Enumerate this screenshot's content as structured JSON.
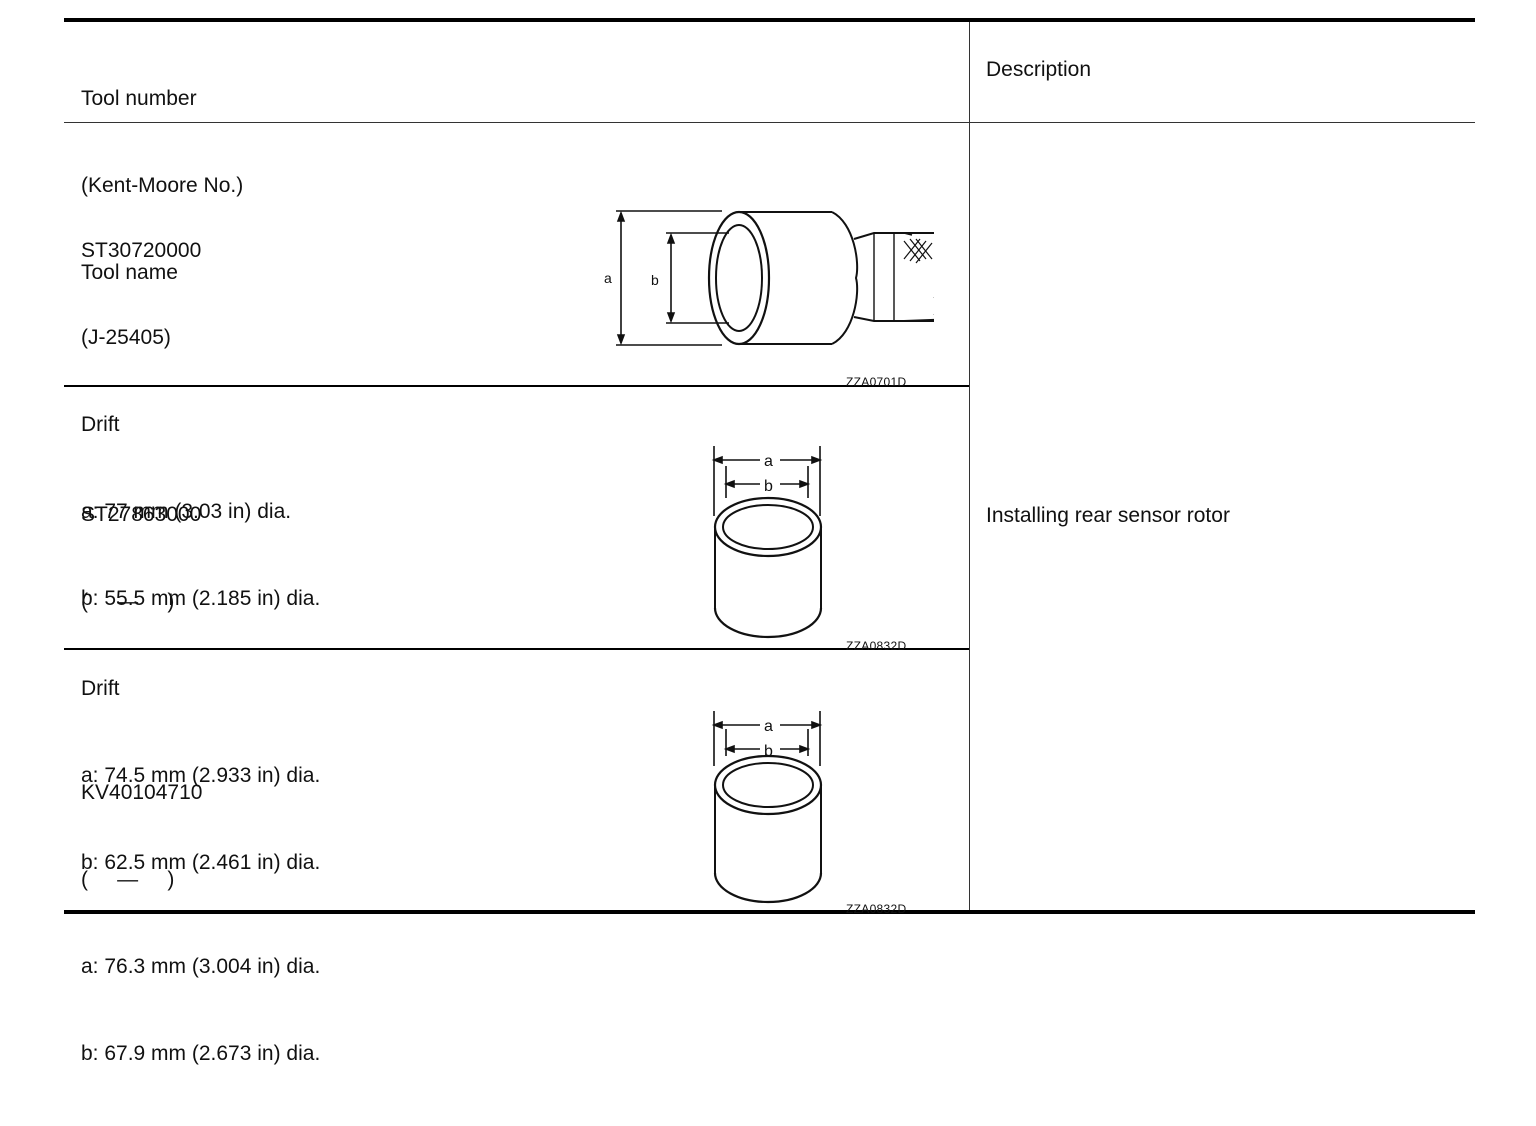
{
  "header": {
    "tool_lines": [
      "Tool number",
      "(Kent-Moore No.)",
      "Tool name"
    ],
    "description": "Description"
  },
  "tools": [
    {
      "lines": [
        "ST30720000",
        "(J-25405)",
        "Drift",
        "a: 77 mm (3.03 in) dia.",
        "b: 55.5 mm (2.185 in) dia."
      ],
      "figure_code": "ZZA0701D",
      "label_a": "a",
      "label_b": "b"
    },
    {
      "lines": [
        "ST27863000",
        "(     —     )",
        "Drift",
        "a: 74.5 mm (2.933 in) dia.",
        "b: 62.5 mm (2.461 in) dia."
      ],
      "figure_code": "ZZA0832D",
      "label_a": "a",
      "label_b": "b"
    },
    {
      "lines": [
        "KV40104710",
        "(     —     )",
        "a: 76.3 mm (3.004 in) dia.",
        "b: 67.9 mm (2.673 in) dia."
      ],
      "figure_code": "ZZA0832D",
      "label_a": "a",
      "label_b": "b"
    }
  ],
  "description": "Installing rear sensor rotor"
}
